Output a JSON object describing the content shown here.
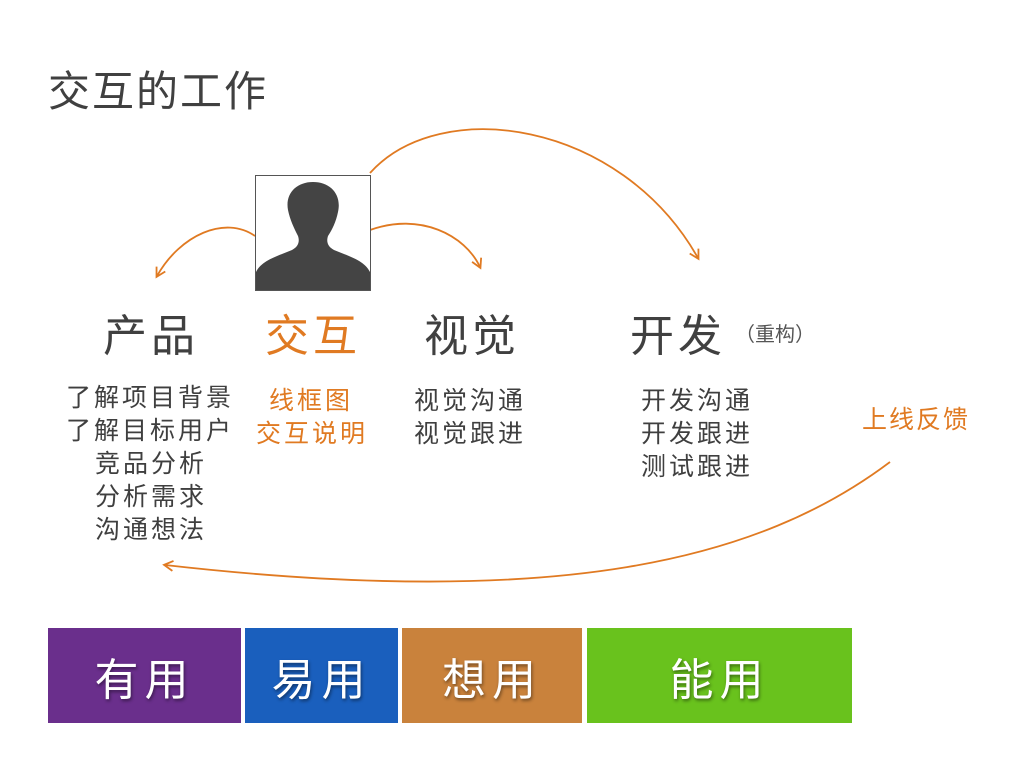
{
  "title": "交互的工作",
  "colors": {
    "accent": "#e07a22",
    "block_useful": "#6a2f8c",
    "block_usable": "#1a5fbd",
    "block_desirable": "#c9823c",
    "block_capable": "#69c21d"
  },
  "avatar": {
    "icon": "person-silhouette-icon"
  },
  "stages": {
    "product": {
      "label": "产品",
      "tasks": [
        "了解项目背景",
        "了解目标用户",
        "竞品分析",
        "分析需求",
        "沟通想法"
      ]
    },
    "interaction": {
      "label": "交互",
      "tasks": [
        "线框图",
        "交互说明"
      ]
    },
    "visual": {
      "label": "视觉",
      "tasks": [
        "视觉沟通",
        "视觉跟进"
      ]
    },
    "development": {
      "label": "开发",
      "note": "（重构）",
      "tasks": [
        "开发沟通",
        "开发跟进",
        "测试跟进"
      ]
    }
  },
  "feedback": "上线反馈",
  "blocks": [
    "有用",
    "易用",
    "想用",
    "能用"
  ]
}
